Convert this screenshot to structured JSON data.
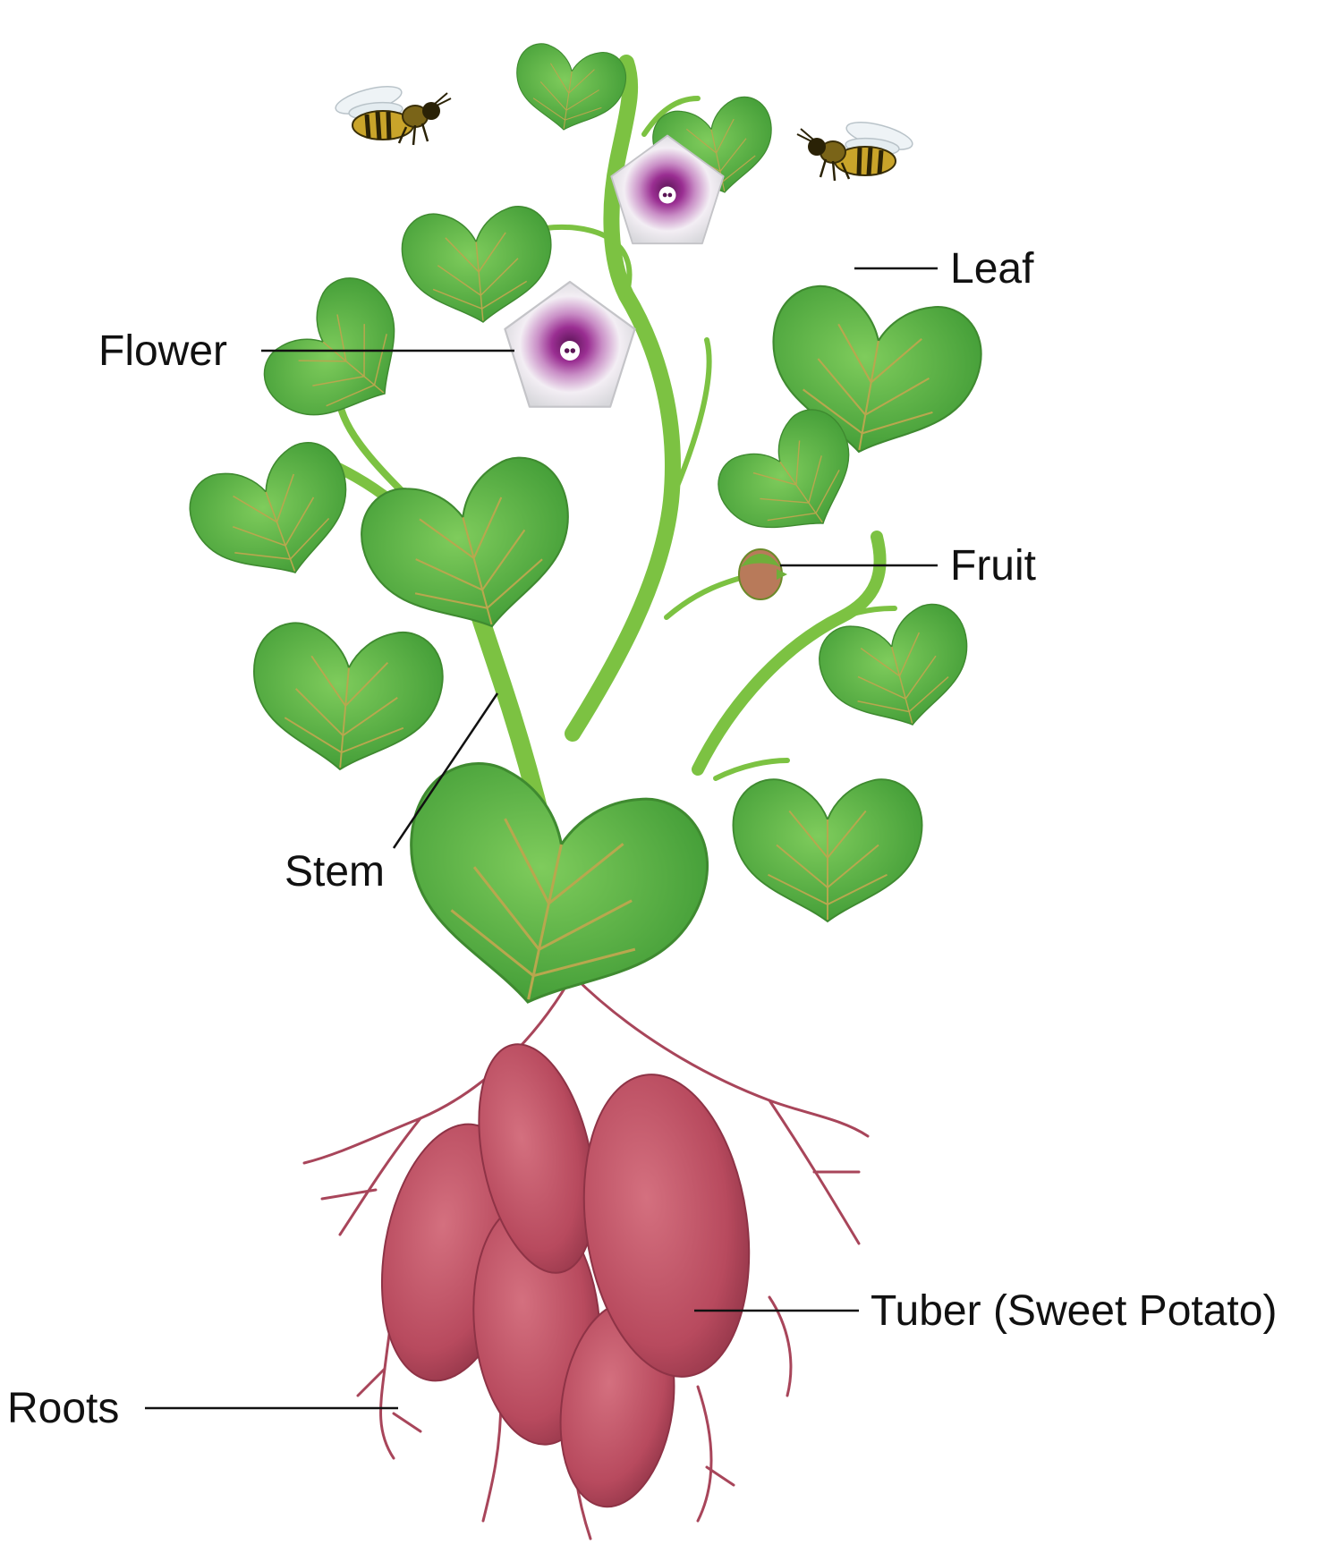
{
  "labels": {
    "leaf": "Leaf",
    "flower": "Flower",
    "fruit": "Fruit",
    "stem": "Stem",
    "tuber": "Tuber (Sweet Potato)",
    "roots": "Roots"
  },
  "colors": {
    "leaf": "#5db84a",
    "leaf_vein": "#b8a74e",
    "stem": "#7cc242",
    "tuber": "#b84a5e",
    "root": "#a8455a",
    "flower_center": "#8e2a8a",
    "bee_body": "#6b5a12"
  },
  "icons": [
    "bee-icon",
    "flower-icon",
    "leaf-icon",
    "fruit-icon",
    "tuber-icon"
  ]
}
